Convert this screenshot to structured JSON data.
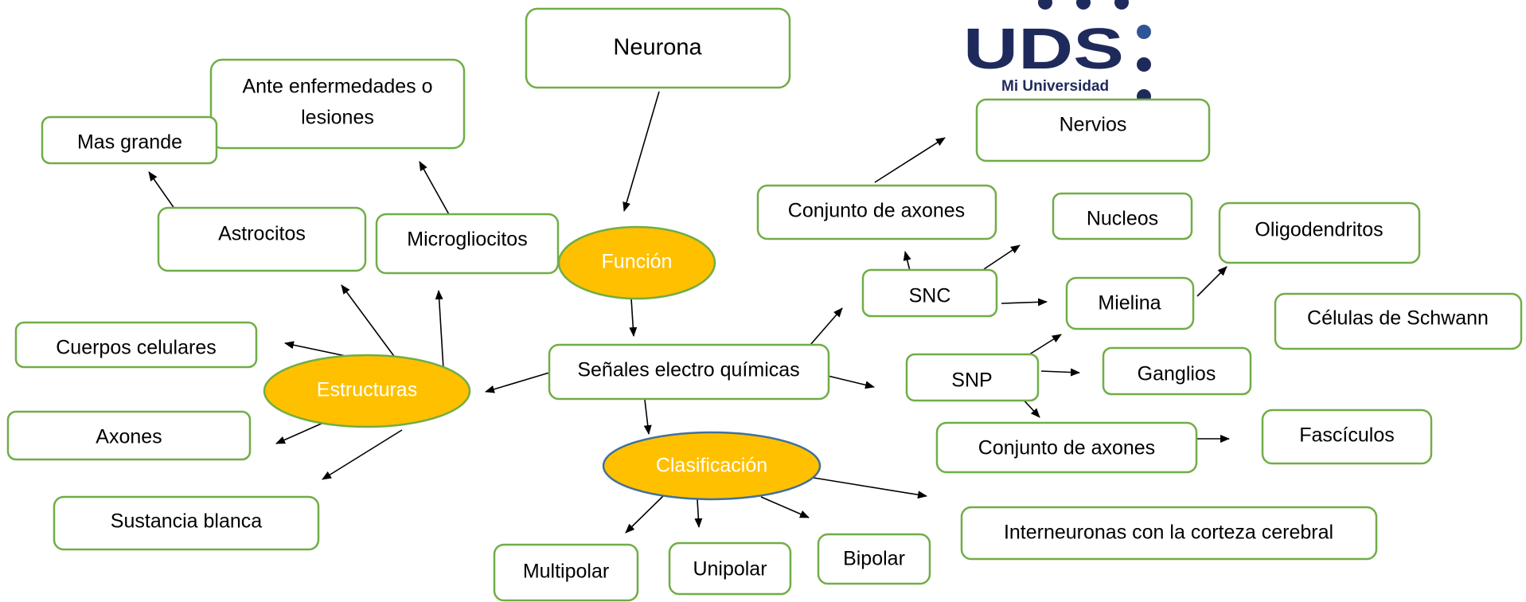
{
  "diagram": {
    "center": "Señales electro químicas",
    "nodes": {
      "neurona": "Neurona",
      "funcion": "Función",
      "senales": "Señales electro químicas",
      "estructuras": "Estructuras",
      "clasificacion": "Clasificación",
      "ante_line1": "Ante enfermedades o",
      "ante_line2": "lesiones",
      "mas_grande": "Mas grande",
      "astrocitos": "Astrocitos",
      "microgliocitos": "Microgliocitos",
      "cuerpos_celulares": "Cuerpos celulares",
      "axones": "Axones",
      "sustancia_blanca": "Sustancia blanca",
      "multipolar": "Multipolar",
      "unipolar": "Unipolar",
      "bipolar": "Bipolar",
      "interneuronas": "Interneuronas con la corteza cerebral",
      "nervios": "Nervios",
      "conjunto_axones_snc": "Conjunto de axones",
      "nucleos": "Nucleos",
      "oligodendritos": "Oligodendritos",
      "snc": "SNC",
      "mielina": "Mielina",
      "celulas_schwann": "Células de Schwann",
      "snp": "SNP",
      "ganglios": "Ganglios",
      "conjunto_axones_snp": "Conjunto de axones",
      "fasciculos": "Fascículos"
    }
  },
  "logo": {
    "text": "UDS",
    "tagline": "Mi Universidad",
    "color": "#1f2a5c",
    "dot_color": "#2f5597"
  },
  "colors": {
    "box_border": "#70ad47",
    "ellipse_fill": "#ffc000",
    "ellipse_border_blue": "#41719c"
  }
}
